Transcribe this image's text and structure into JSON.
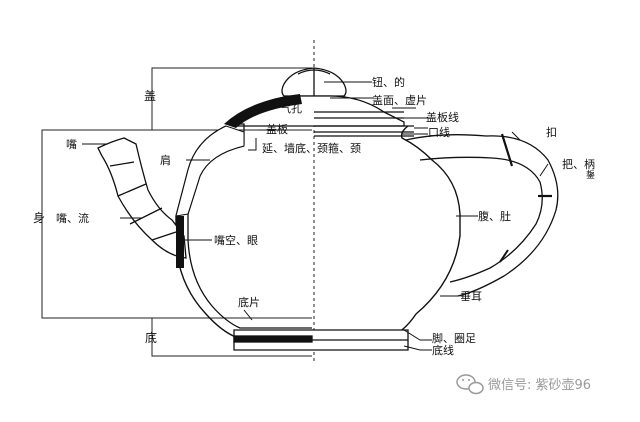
{
  "labels": {
    "lid": "盖",
    "body": "身",
    "base": "底",
    "knob": "钮、的",
    "air_hole": "气孔",
    "lid_face": "盖面、虚片",
    "lid_board_line": "盖板线",
    "mouth_line": "口线",
    "lid_board": "盖板",
    "neck": "延、墙底、颈箍、颈",
    "shoulder": "肩",
    "spout": "嘴",
    "spout_flow": "嘴、流",
    "spout_hole": "嘴空、眼",
    "knot": "扣",
    "handle": "把、柄",
    "handle_sub": "鋬",
    "belly": "腹、肚",
    "hanging_ear": "垂耳",
    "bottom_piece": "底片",
    "foot": "脚、圈足",
    "base_line": "底线"
  },
  "watermark": {
    "icon": "wechat-icon",
    "text": "微信号: 紫砂壶96"
  }
}
